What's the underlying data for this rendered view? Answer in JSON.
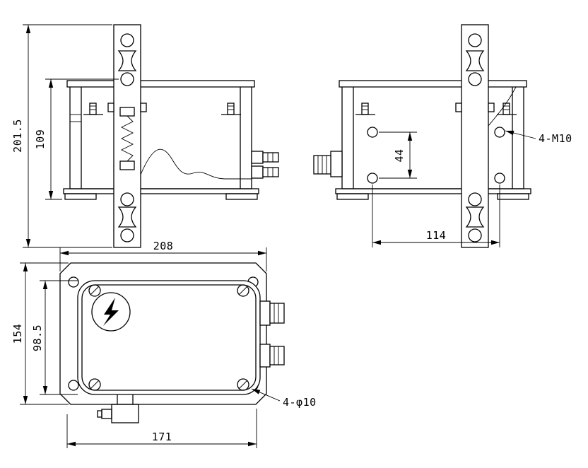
{
  "drawing": {
    "type": "technical-3-view",
    "colors": {
      "line": "#000000",
      "background": "#ffffff"
    },
    "views": {
      "front": {
        "overall_height": "201.5",
        "body_height": "109"
      },
      "side": {
        "hole_spacing_vertical": "44",
        "hole_spacing_horizontal": "114",
        "thread_callout": "4-M10"
      },
      "bottom": {
        "width": "208",
        "plate_height": "154",
        "lid_height": "98.5",
        "mount_width": "171",
        "hole_callout": "4-φ10"
      }
    }
  }
}
